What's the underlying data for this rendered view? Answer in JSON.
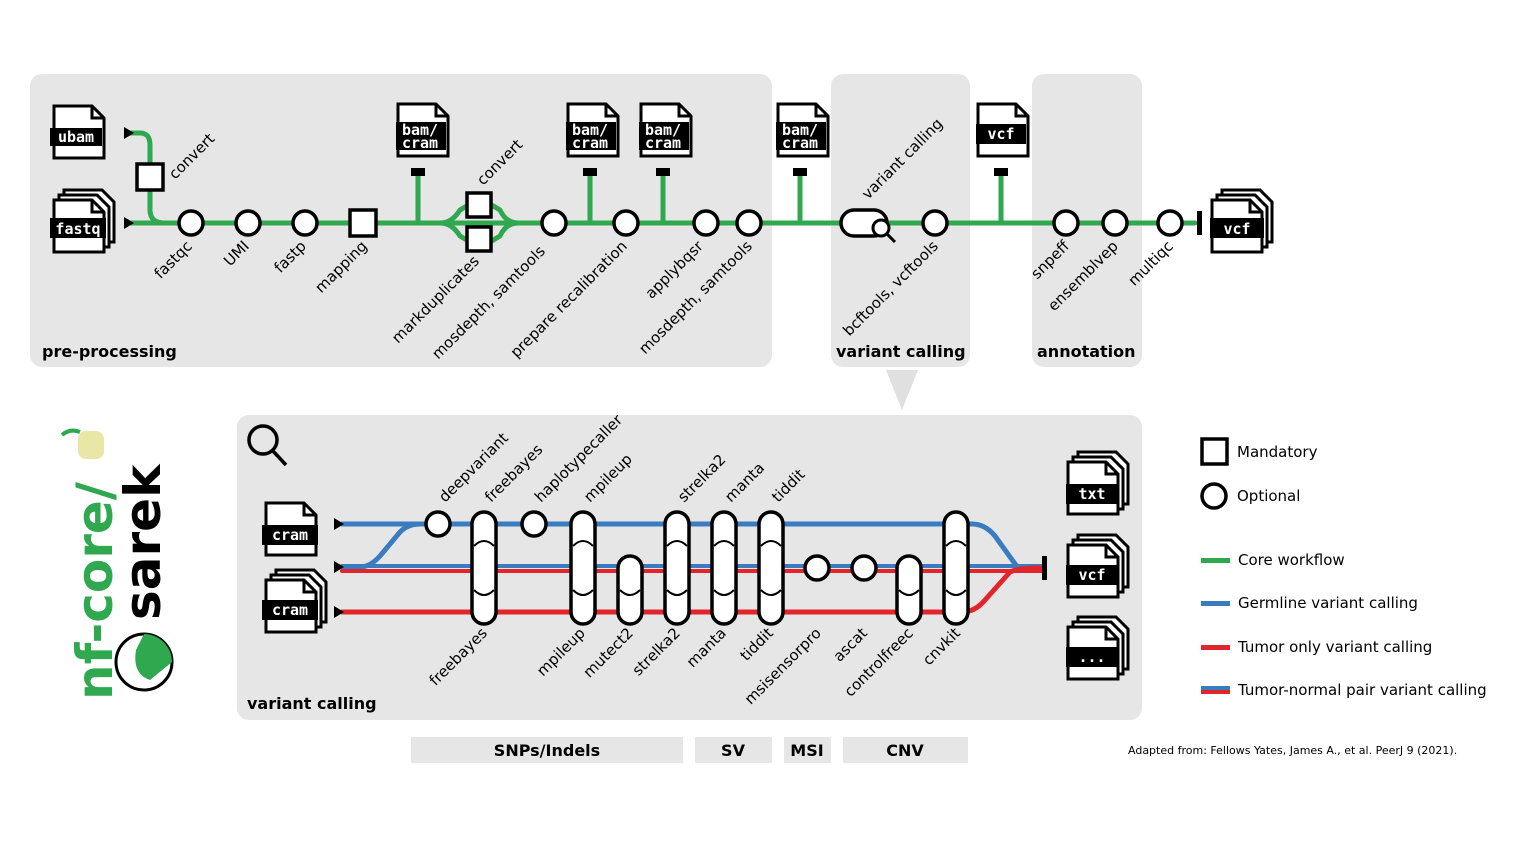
{
  "colors": {
    "core": "#2fa84f",
    "germline": "#3a7cc0",
    "tumor": "#e2252b",
    "panel": "#e6e6e6",
    "ink": "#000000"
  },
  "sections": {
    "preprocessing": "pre-processing",
    "variant_calling": "variant calling",
    "annotation": "annotation",
    "vc_detail": "variant calling"
  },
  "files": {
    "ubam": "ubam",
    "fastq": "fastq",
    "bamcram_line1": "bam/",
    "bamcram_line2": "cram",
    "vcf": "vcf",
    "vcf_out": "vcf",
    "cram": "cram",
    "txt": "txt",
    "more": "..."
  },
  "steps": {
    "convert": "convert",
    "fastqc": "fastqc",
    "umi": "UMI",
    "fastp": "fastp",
    "mapping": "mapping",
    "markduplicates": "markduplicates",
    "convert2": "convert",
    "mosdepth1": "mosdepth, samtools",
    "prepare_recalibration": "prepare recalibration",
    "applybqsr": "applybqsr",
    "mosdepth2": "mosdepth, samtools",
    "variant_calling_step": "variant calling",
    "bcftools": "bcftools, vcftools",
    "snpeff": "snpeff",
    "ensemblvep": "ensemblvep",
    "multiqc": "multiqc"
  },
  "tools_top": [
    "deepvariant",
    "freebayes",
    "haplotypecaller",
    "mpileup",
    "strelka2",
    "manta",
    "tiddit"
  ],
  "tools_bottom": [
    "freebayes",
    "mpileup",
    "mutect2",
    "strelka2",
    "manta",
    "tiddit",
    "msisensorpro",
    "ascat",
    "controlfreec",
    "cnvkit"
  ],
  "categories": [
    "SNPs/Indels",
    "SV",
    "MSI",
    "CNV"
  ],
  "legend": {
    "mandatory": "Mandatory",
    "optional": "Optional",
    "core": "Core workflow",
    "germline": "Germline variant calling",
    "tumor_only": "Tumor only variant calling",
    "tumor_normal": "Tumor-normal pair variant calling"
  },
  "logo": {
    "text1": "nf-core/",
    "text2": "sarek"
  },
  "citation": "Adapted from: Fellows Yates, James A., et al.  PeerJ 9 (2021)."
}
